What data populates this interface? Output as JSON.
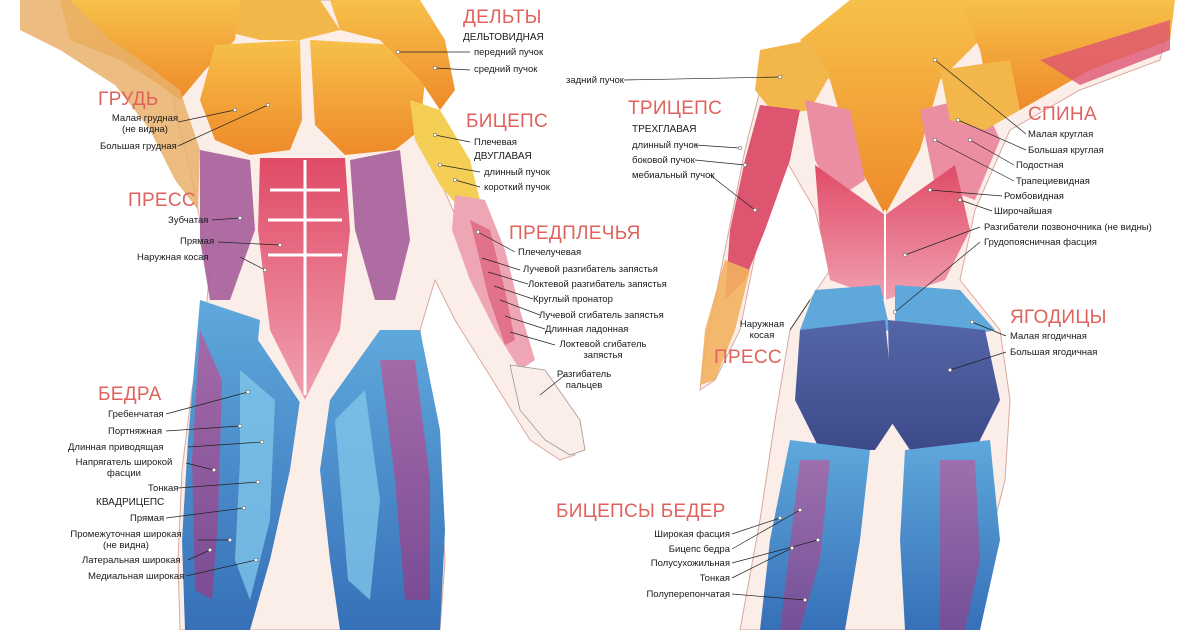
{
  "colors": {
    "heading": "#e0625c",
    "orange": "#f2a33a",
    "yellow": "#f6d35a",
    "red": "#de5570",
    "pink": "#ec8ea2",
    "purple": "#8f5a9e",
    "blue": "#3f88c6",
    "lightblue": "#7ec6e8",
    "navy": "#4a5a9e"
  },
  "front": {
    "deltoids": {
      "title": "ДЕЛЬТЫ",
      "sub": "ДЕЛЬТОВИДНАЯ",
      "items": [
        "передний пучок",
        "средний пучок"
      ]
    },
    "chest": {
      "title": "ГРУДЬ",
      "items": [
        "Малая грудная\n(не видна)",
        "Большая грудная"
      ]
    },
    "biceps": {
      "title": "БИЦЕПС",
      "items": [
        "Плечевая"
      ],
      "sub": "ДВУГЛАВАЯ",
      "items2": [
        "длинный пучок",
        "короткий пучок"
      ]
    },
    "abs": {
      "title": "ПРЕСС",
      "items": [
        "Зубчатая",
        "Прямая",
        "Наружная косая"
      ]
    },
    "forearms": {
      "title": "ПРЕДПЛЕЧЬЯ",
      "items": [
        "Плечелучевая",
        "Лучевой разгибатель запястья",
        "Локтевой разгибатель запястья",
        "Круглый пронатор",
        "Лучевой сгибатель запястья",
        "Длинная ладонная",
        "Локтевой сгибатель\nзапястья",
        "Разгибатель\nпальцев"
      ]
    },
    "thighs": {
      "title": "БЕДРА",
      "items": [
        "Гребенчатая",
        "Портняжная",
        "Длинная приводящая",
        "Напрягатель широкой\nфасции",
        "Тонкая"
      ],
      "sub": "КВАДРИЦЕПС",
      "items2": [
        "Прямая",
        "Промежуточная широкая\n(не видна)",
        "Латеральная широкая",
        "Медиальная широкая"
      ]
    }
  },
  "back": {
    "rear_delt": "задний пучок",
    "triceps": {
      "title": "ТРИЦЕПС",
      "sub": "ТРЕХГЛАВАЯ",
      "items": [
        "длинный пучок",
        "боковой пучок",
        "мебиальный пучок"
      ]
    },
    "back": {
      "title": "СПИНА",
      "items": [
        "Малая круглая",
        "Большая круглая",
        "Подостная",
        "Трапециевидная",
        "Ромбовидная",
        "Широчайшая",
        "Разгибатели позвоночника (не видны)",
        "Грудопоясничная фасция"
      ]
    },
    "abs": {
      "title": "ПРЕСС",
      "items": [
        "Наружная\nкосая"
      ]
    },
    "glutes": {
      "title": "ЯГОДИЦЫ",
      "items": [
        "Малая ягодичная",
        "Большая ягодичная"
      ]
    },
    "hamstrings": {
      "title": "БИЦЕПСЫ БЕДЕР",
      "items": [
        "Широкая фасция",
        "Бицепс бедра",
        "Полусухожильная",
        "Тонкая",
        "Полуперепончатая"
      ]
    }
  }
}
